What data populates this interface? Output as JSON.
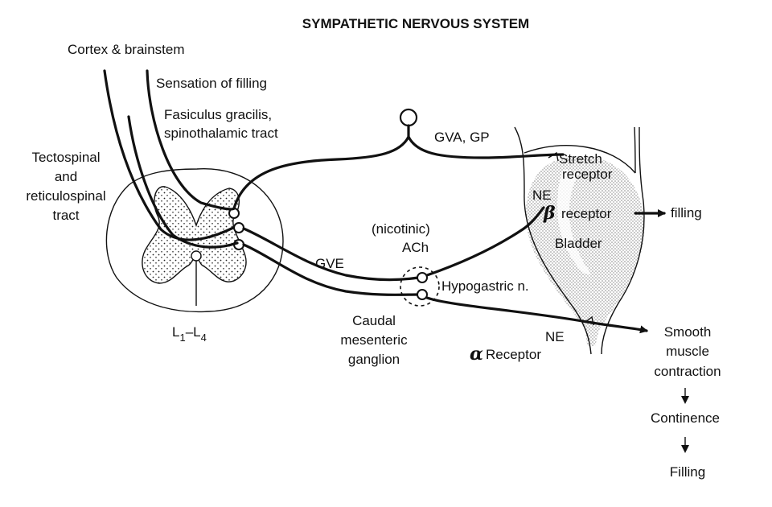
{
  "title": "SYMPATHETIC NERVOUS SYSTEM",
  "labels": {
    "cortex": "Cortex & brainstem",
    "sensation": "Sensation of filling",
    "fasciculus_1": "Fasiculus gracilis,",
    "fasciculus_2": "spinothalamic tract",
    "tecto_1": "Tectospinal",
    "tecto_2": "and",
    "tecto_3": "reticulospinal",
    "tecto_4": "tract",
    "gva": "GVA, GP",
    "stretch_1": "Stretch",
    "stretch_2": "receptor",
    "ne_beta": "NE",
    "beta_symbol": "β",
    "beta_receptor": "receptor",
    "filling_arrow": "filling",
    "nicotinic": "(nicotinic)",
    "ach": "ACh",
    "bladder": "Bladder",
    "gve": "GVE",
    "hypogastric": "Hypogastric n.",
    "caudal_1": "Caudal",
    "caudal_2": "mesenteric",
    "caudal_3": "ganglion",
    "ne_alpha": "NE",
    "alpha_symbol": "α",
    "alpha_receptor": "Receptor",
    "smooth_1": "Smooth",
    "smooth_2": "muscle",
    "smooth_3": "contraction",
    "continence": "Continence",
    "filling_final": "Filling",
    "segment_L": "L",
    "segment_sub1": "1",
    "segment_dash": "–L",
    "segment_sub4": "4"
  }
}
